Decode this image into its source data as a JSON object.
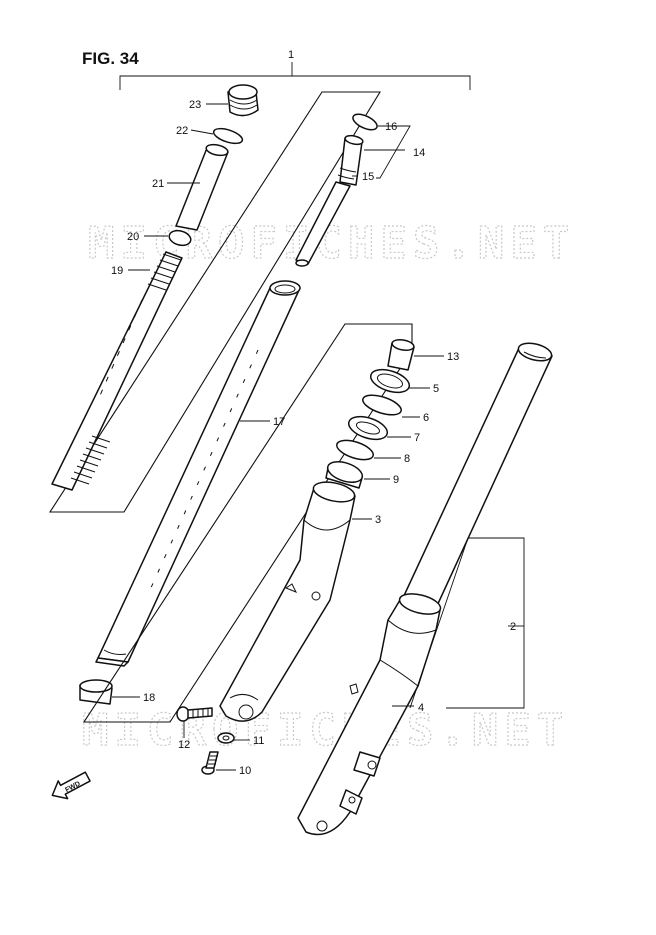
{
  "figure": {
    "title": "FIG. 34",
    "watermark": "MICROFICHES.NET",
    "fwd_label": "FWD"
  },
  "callouts": {
    "c1": "1",
    "c2": "2",
    "c3": "3",
    "c4": "4",
    "c5": "5",
    "c6": "6",
    "c7": "7",
    "c8": "8",
    "c9": "9",
    "c10": "10",
    "c11": "11",
    "c12": "12",
    "c13": "13",
    "c14": "14",
    "c15": "15",
    "c16": "16",
    "c17": "17",
    "c18": "18",
    "c19": "19",
    "c20": "20",
    "c21": "21",
    "c22": "22",
    "c23": "23"
  },
  "colors": {
    "ink": "#111111",
    "paper": "#ffffff",
    "watermark": "#c9c9c9"
  }
}
